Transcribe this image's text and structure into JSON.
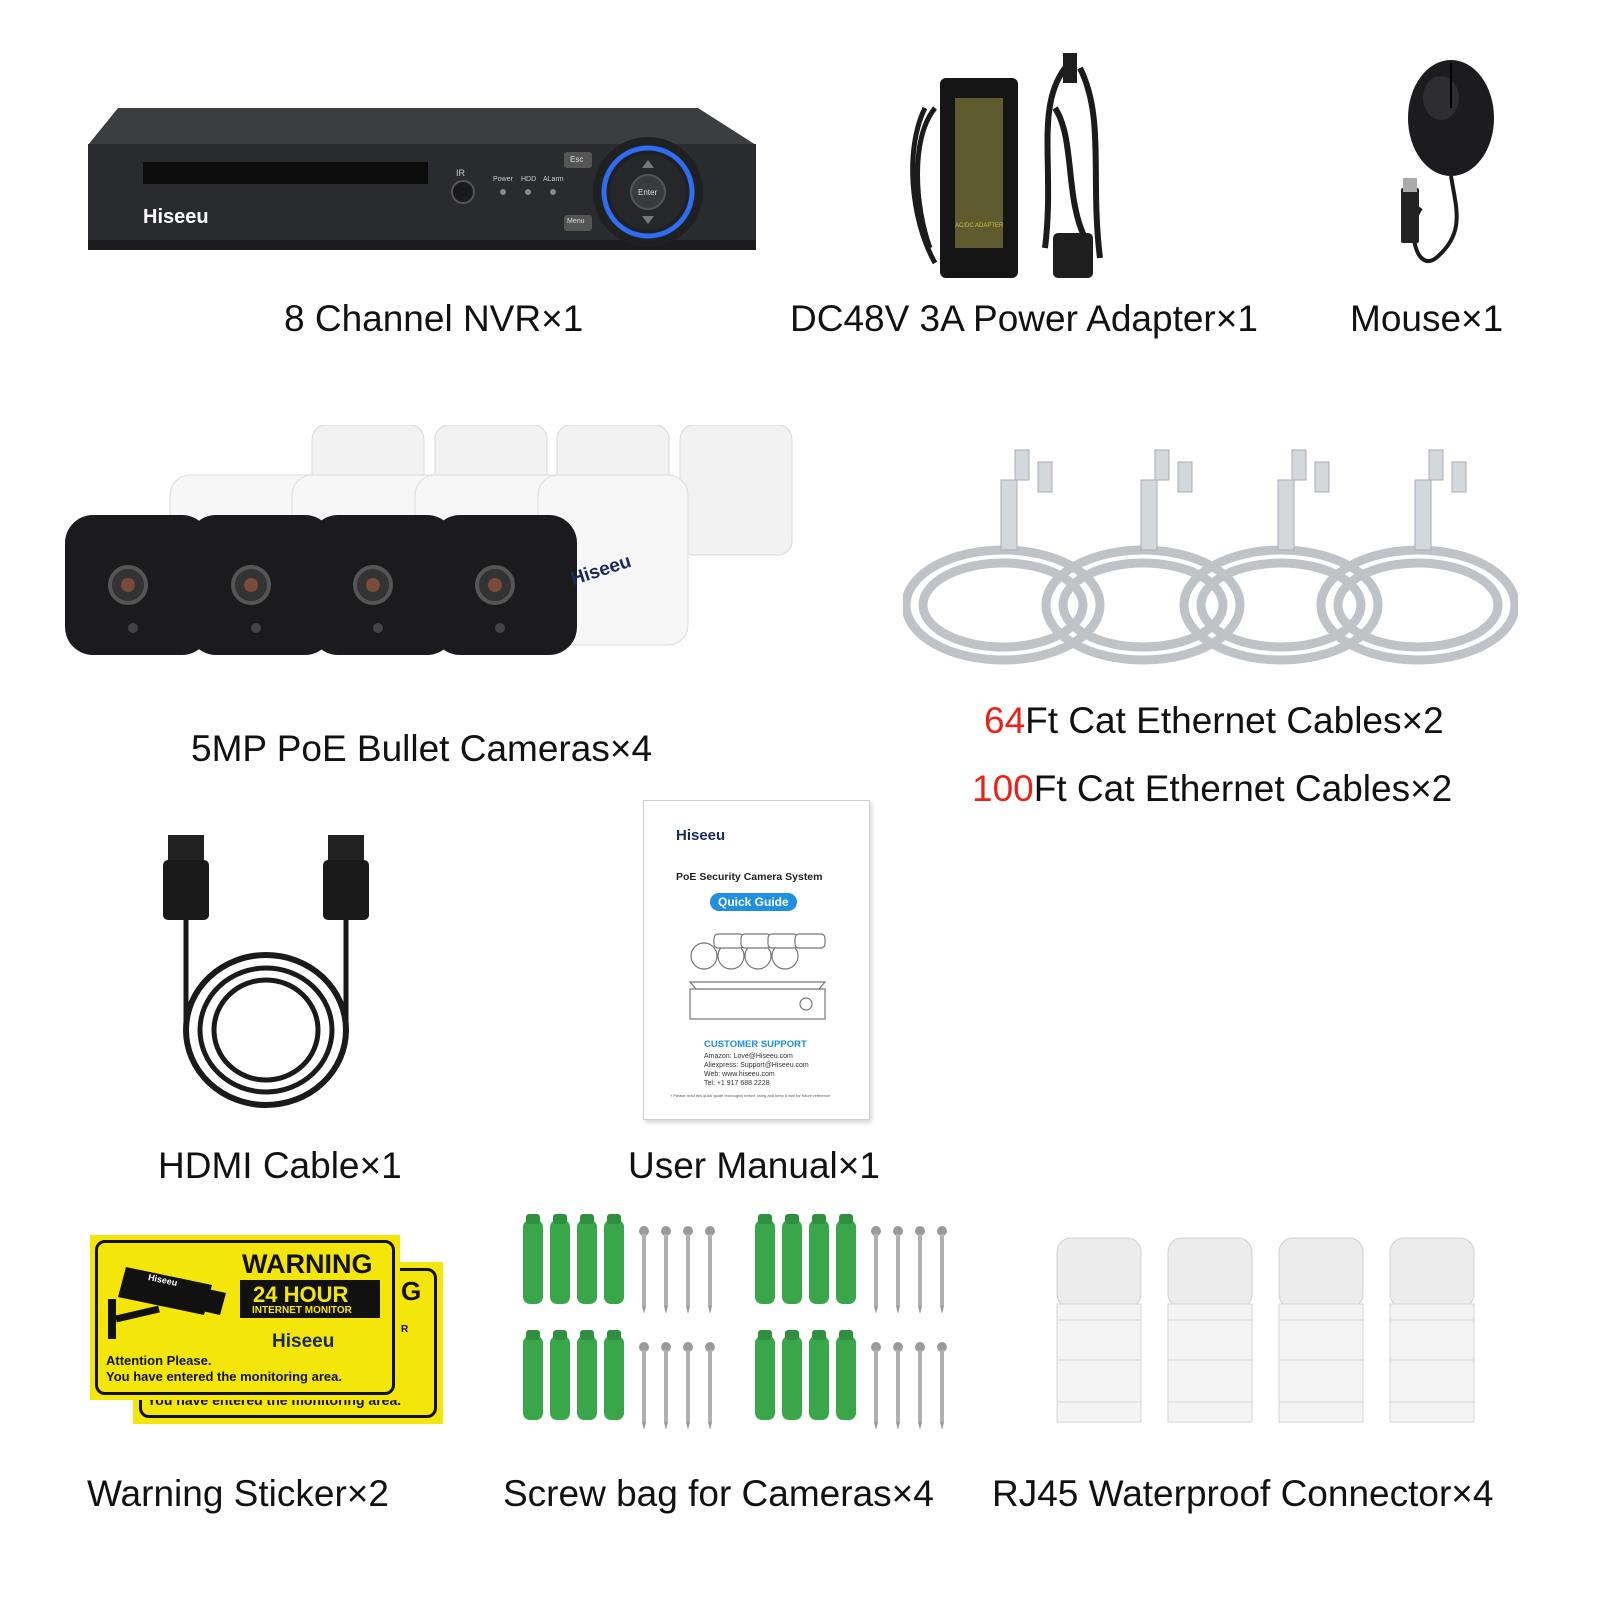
{
  "brand": "Hiseeu",
  "nvr": {
    "label": "8 Channel NVR×1",
    "ir": "IR",
    "led_power": "Power",
    "led_hdd": "HDD",
    "led_alarm": "ALarm",
    "btn_esc": "Esc",
    "btn_enter": "Enter",
    "btn_menu": "Menu"
  },
  "adapter": {
    "label": "DC48V 3A Power Adapter×1",
    "text": "AC/DC ADAPTER"
  },
  "mouse": {
    "label": "Mouse×1"
  },
  "cameras": {
    "label": "5MP PoE Bullet Cameras×4"
  },
  "ethernet": {
    "line1_num": "64",
    "line1_rest": "Ft Cat Ethernet Cables×2",
    "line2_num": "100",
    "line2_rest": "Ft Cat Ethernet Cables×2"
  },
  "hdmi": {
    "label": "HDMI Cable×1"
  },
  "manual": {
    "label": "User Manual×1",
    "title": "PoE Security Camera System",
    "badge": "Quick Guide",
    "support_title": "CUSTOMER SUPPORT",
    "support_lines": [
      "Amazon: Love@Hiseeu.com",
      "Aliexpress: Support@Hiseeu.com",
      "Web: www.hiseeu.com",
      "Tel: +1 917 688 2228"
    ],
    "footnote": "† Please read this quick guide thoroughly before using and keep it well for future reference."
  },
  "sticker": {
    "label": "Warning Sticker×2",
    "warning": "WARNING",
    "hours": "24 HOUR",
    "monitor": "INTERNET MONITOR",
    "line1": "Attention Please.",
    "line2": "You have entered the monitoring area.",
    "back_line": "You have entered the monitoring area.",
    "back_g": "G",
    "back_r": "R"
  },
  "screws": {
    "label": "Screw bag for Cameras×4"
  },
  "rj45": {
    "label": "RJ45 Waterproof Connector×4"
  },
  "colors": {
    "red_accent": "#e8241a",
    "sticker_yellow": "#f5e60a",
    "anchor_green": "#3aa64a",
    "cable_gray": "#bfc3c7",
    "nvr_dark": "#2a2b2e",
    "blue_ring": "#2f6cf2"
  }
}
